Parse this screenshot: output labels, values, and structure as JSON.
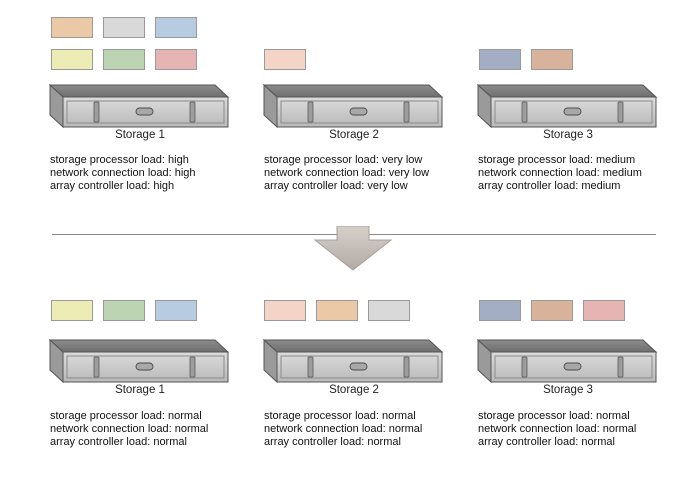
{
  "colors": {
    "orange": "#ebc9a6",
    "gray": "#d9d9d9",
    "blue": "#b7cbe1",
    "yellow": "#eeecb5",
    "green": "#bdd4b3",
    "pink": "#e5b4b3",
    "peach": "#f5d4c8",
    "slate": "#a3aec4",
    "tan": "#d9b29c"
  },
  "before": {
    "arrays": [
      {
        "label": "Storage 1",
        "vms": [
          "orange",
          "gray",
          "blue",
          "yellow",
          "green",
          "pink"
        ],
        "loads": [
          "storage processor load: high",
          "network connection load: high",
          "array controller load: high"
        ]
      },
      {
        "label": "Storage 2",
        "vms": [
          "peach"
        ],
        "loads": [
          "storage processor load: very low",
          "network connection load: very low",
          "array controller load: very low"
        ]
      },
      {
        "label": "Storage 3",
        "vms": [
          "slate",
          "tan"
        ],
        "loads": [
          "storage processor load: medium",
          "network connection load: medium",
          "array controller load: medium"
        ]
      }
    ]
  },
  "after": {
    "arrays": [
      {
        "label": "Storage 1",
        "vms": [
          "yellow",
          "green",
          "blue"
        ],
        "loads": [
          "storage processor load: normal",
          "network connection load: normal",
          "array controller load: normal"
        ]
      },
      {
        "label": "Storage 2",
        "vms": [
          "peach",
          "orange",
          "gray"
        ],
        "loads": [
          "storage processor load: normal",
          "network connection load: normal",
          "array controller load: normal"
        ]
      },
      {
        "label": "Storage 3",
        "vms": [
          "slate",
          "tan",
          "pink"
        ],
        "loads": [
          "storage processor load: normal",
          "network connection load: normal",
          "array controller load: normal"
        ]
      }
    ]
  }
}
